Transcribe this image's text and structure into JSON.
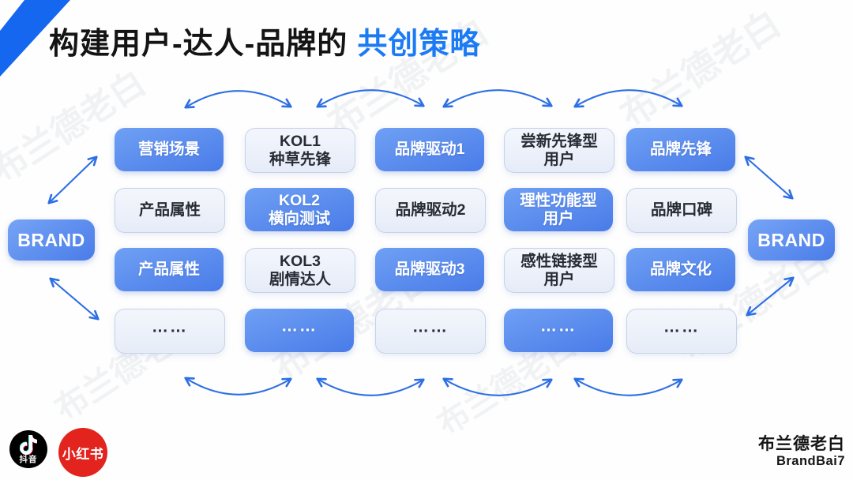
{
  "title": {
    "main": "构建用户-达人-品牌的",
    "highlight": "共创策略"
  },
  "brand_left": "BRAND",
  "brand_right": "BRAND",
  "watermark": "布兰德老白",
  "grid": {
    "rows": [
      {
        "cells": [
          {
            "style": "blue",
            "lines": [
              "营销场景"
            ]
          },
          {
            "style": "light",
            "lines": [
              "KOL1",
              "种草先锋"
            ]
          },
          {
            "style": "blue",
            "lines": [
              "品牌驱动1"
            ]
          },
          {
            "style": "light",
            "lines": [
              "尝新先锋型",
              "用户"
            ]
          },
          {
            "style": "blue",
            "lines": [
              "品牌先锋"
            ]
          }
        ]
      },
      {
        "cells": [
          {
            "style": "light",
            "lines": [
              "产品属性"
            ]
          },
          {
            "style": "blue",
            "lines": [
              "KOL2",
              "横向测试"
            ]
          },
          {
            "style": "light",
            "lines": [
              "品牌驱动2"
            ]
          },
          {
            "style": "blue",
            "lines": [
              "理性功能型",
              "用户"
            ]
          },
          {
            "style": "light",
            "lines": [
              "品牌口碑"
            ]
          }
        ]
      },
      {
        "cells": [
          {
            "style": "blue",
            "lines": [
              "产品属性"
            ]
          },
          {
            "style": "light",
            "lines": [
              "KOL3",
              "剧情达人"
            ]
          },
          {
            "style": "blue",
            "lines": [
              "品牌驱动3"
            ]
          },
          {
            "style": "light",
            "lines": [
              "感性链接型",
              "用户"
            ]
          },
          {
            "style": "blue",
            "lines": [
              "品牌文化"
            ]
          }
        ]
      },
      {
        "cells": [
          {
            "style": "light",
            "lines": [
              "……"
            ]
          },
          {
            "style": "blue",
            "lines": [
              "……"
            ]
          },
          {
            "style": "light",
            "lines": [
              "……"
            ]
          },
          {
            "style": "blue",
            "lines": [
              "……"
            ]
          },
          {
            "style": "light",
            "lines": [
              "……"
            ]
          }
        ]
      }
    ]
  },
  "footer": {
    "douyin": "抖音",
    "xiaohongshu": "小红书",
    "brand_cn": "布兰德老白",
    "brand_en": "BrandBai7"
  },
  "colors": {
    "accent_stripe": "#1567F0",
    "title_highlight": "#1B7BF5",
    "box_blue_top": "#6FA0F4",
    "box_blue_bottom": "#4B7DE9",
    "box_light": "#EBF1FA",
    "arrow": "#2D6FE4",
    "douyin_black": "#000000",
    "xiaohongshu_red": "#E2231E"
  }
}
